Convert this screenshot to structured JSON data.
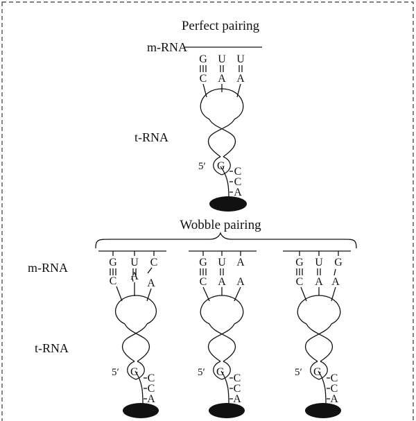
{
  "headings": {
    "perfect": "Perfect pairing",
    "wobble": "Wobble pairing"
  },
  "labels": {
    "mrna": "m-RNA",
    "trna": "t-RNA",
    "five_prime": "5′",
    "g": "G"
  },
  "acceptor_end": [
    "C",
    "C",
    "A"
  ],
  "perfect": {
    "codon": [
      "G",
      "U",
      "U"
    ],
    "anticodon": [
      "C",
      "A",
      "A"
    ]
  },
  "wobble": [
    {
      "codon": [
        "G",
        "U",
        "C"
      ],
      "anticodon": [
        "C",
        "A",
        "A"
      ]
    },
    {
      "codon": [
        "G",
        "U",
        "A"
      ],
      "anticodon": [
        "C",
        "A",
        "A"
      ]
    },
    {
      "codon": [
        "G",
        "U",
        "G"
      ],
      "anticodon": [
        "C",
        "A",
        "A"
      ]
    }
  ]
}
